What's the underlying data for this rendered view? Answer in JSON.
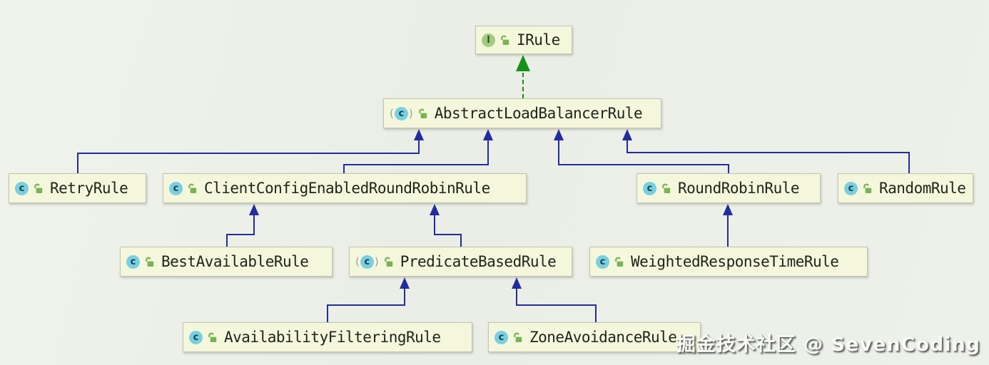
{
  "diagram": {
    "type": "uml-class-diagram",
    "nodes": [
      {
        "id": "irule",
        "label": "IRule",
        "kind": "interface"
      },
      {
        "id": "abstract-load-balancer-rule",
        "label": "AbstractLoadBalancerRule",
        "kind": "abstract-class"
      },
      {
        "id": "retry-rule",
        "label": "RetryRule",
        "kind": "class"
      },
      {
        "id": "client-config-enabled-round-robin-rule",
        "label": "ClientConfigEnabledRoundRobinRule",
        "kind": "class"
      },
      {
        "id": "round-robin-rule",
        "label": "RoundRobinRule",
        "kind": "class"
      },
      {
        "id": "random-rule",
        "label": "RandomRule",
        "kind": "class"
      },
      {
        "id": "best-available-rule",
        "label": "BestAvailableRule",
        "kind": "class"
      },
      {
        "id": "predicate-based-rule",
        "label": "PredicateBasedRule",
        "kind": "abstract-class"
      },
      {
        "id": "weighted-response-time-rule",
        "label": "WeightedResponseTimeRule",
        "kind": "class"
      },
      {
        "id": "availability-filtering-rule",
        "label": "AvailabilityFilteringRule",
        "kind": "class"
      },
      {
        "id": "zone-avoidance-rule",
        "label": "ZoneAvoidanceRule",
        "kind": "class"
      }
    ],
    "edges": [
      {
        "from": "AbstractLoadBalancerRule",
        "to": "IRule",
        "relation": "implements"
      },
      {
        "from": "RetryRule",
        "to": "AbstractLoadBalancerRule",
        "relation": "extends"
      },
      {
        "from": "ClientConfigEnabledRoundRobinRule",
        "to": "AbstractLoadBalancerRule",
        "relation": "extends"
      },
      {
        "from": "RoundRobinRule",
        "to": "AbstractLoadBalancerRule",
        "relation": "extends"
      },
      {
        "from": "RandomRule",
        "to": "AbstractLoadBalancerRule",
        "relation": "extends"
      },
      {
        "from": "BestAvailableRule",
        "to": "ClientConfigEnabledRoundRobinRule",
        "relation": "extends"
      },
      {
        "from": "PredicateBasedRule",
        "to": "ClientConfigEnabledRoundRobinRule",
        "relation": "extends"
      },
      {
        "from": "WeightedResponseTimeRule",
        "to": "RoundRobinRule",
        "relation": "extends"
      },
      {
        "from": "AvailabilityFilteringRule",
        "to": "PredicateBasedRule",
        "relation": "extends"
      },
      {
        "from": "ZoneAvoidanceRule",
        "to": "PredicateBasedRule",
        "relation": "extends"
      }
    ]
  },
  "icons": {
    "class_letter": "c",
    "interface_letter": "I",
    "lock_icon": "public-open-lock"
  },
  "watermark": {
    "text": "掘金技术社区 @ SevenCoding"
  },
  "colors": {
    "background": "#edf0e9",
    "node_fill": "#f5f7dc",
    "node_border": "#c2c4b0",
    "label_text": "#20241c",
    "extends_arrow": "#232c9e",
    "implements_arrow": "#169016",
    "class_icon_bg": "#79cfe0",
    "class_icon_text": "#14414f",
    "interface_icon_bg": "#a3ca82",
    "interface_icon_text": "#2e5c1e",
    "lock_icon": "#7ab353",
    "watermark_text": "#f8faf5"
  }
}
